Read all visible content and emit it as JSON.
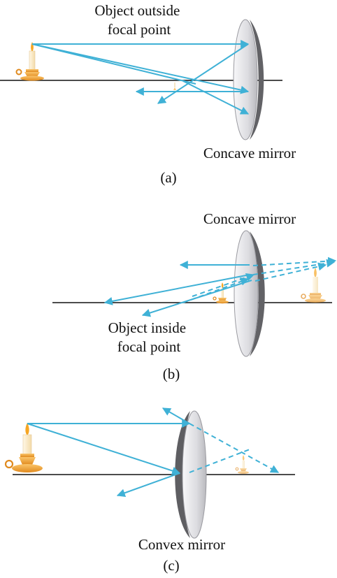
{
  "colors": {
    "ray": "#3fb1d6",
    "axis": "#111111",
    "candle_holder": "#f0a63a",
    "candle_wax": "#fdf2d6",
    "flame": "#f6a623",
    "mirror_face": "#e6e6e9",
    "mirror_back": "#6c6c70"
  },
  "panels": [
    {
      "id": "a",
      "labels": {
        "object": [
          "Object outside",
          "focal point"
        ],
        "mirror": "Concave mirror"
      },
      "caption": "(a)"
    },
    {
      "id": "b",
      "labels": {
        "object": [
          "Object inside",
          "focal point"
        ],
        "mirror": "Concave mirror"
      },
      "caption": "(b)"
    },
    {
      "id": "c",
      "labels": {
        "mirror": "Convex mirror"
      },
      "caption": "(c)"
    }
  ]
}
